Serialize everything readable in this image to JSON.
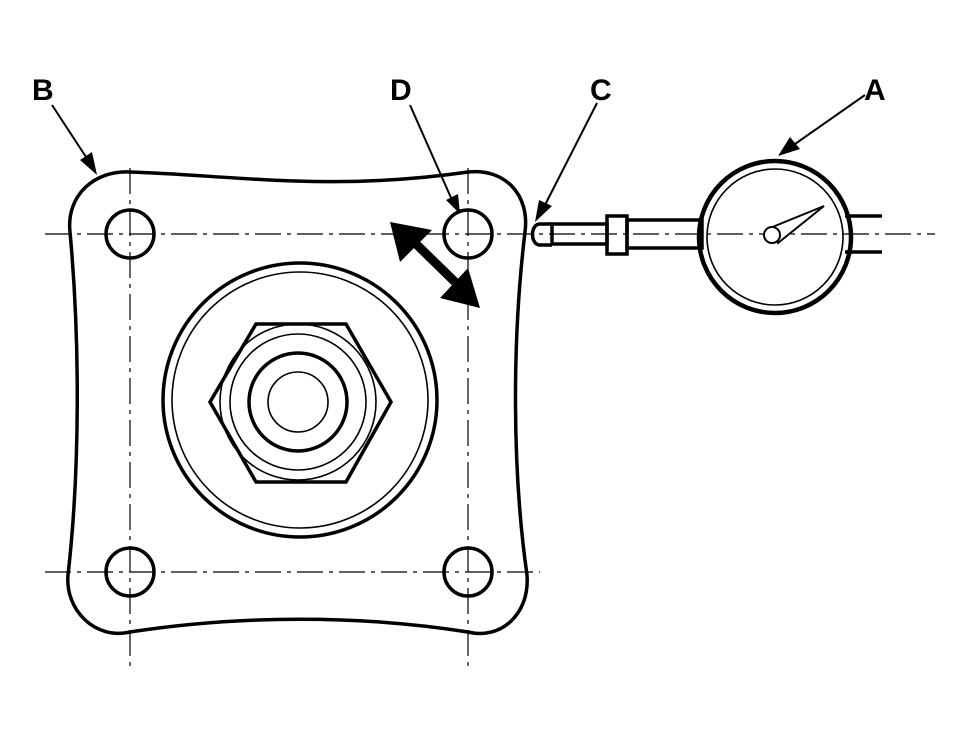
{
  "diagram": {
    "callouts": [
      {
        "id": "B",
        "label": "B",
        "points_to": "hub-flange"
      },
      {
        "id": "D",
        "label": "D",
        "points_to": "wheel-stud-hole"
      },
      {
        "id": "C",
        "label": "C",
        "points_to": "dial-indicator-plunger"
      },
      {
        "id": "A",
        "label": "A",
        "points_to": "dial-indicator"
      }
    ],
    "colors": {
      "line": "#000000",
      "background": "#ffffff"
    }
  }
}
